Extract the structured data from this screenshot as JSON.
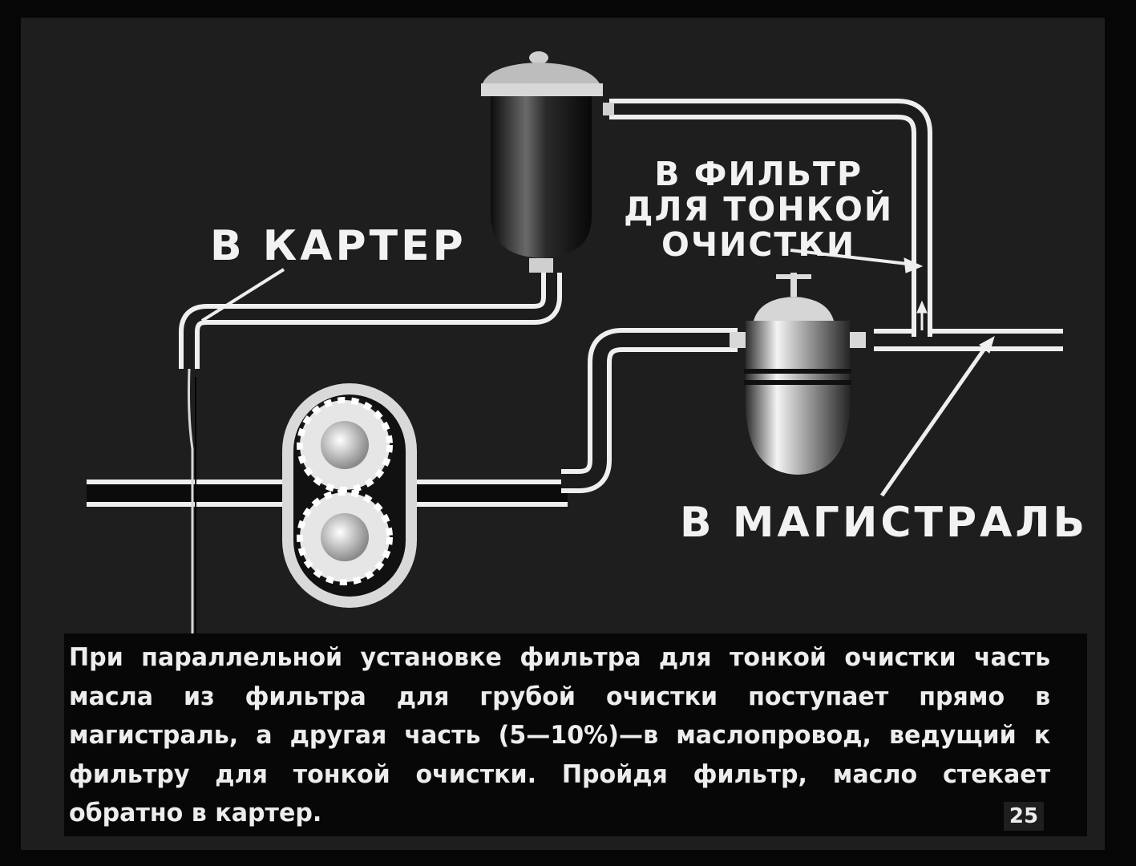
{
  "labels": {
    "karter": "В КАРТЕР",
    "fine_filter": "В ФИЛЬТР\nДЛЯ ТОНКОЙ\nОЧИСТКИ",
    "magistral": "В МАГИСТРАЛЬ"
  },
  "caption": "При параллельной установке фильтра для тонкой очистки часть масла из фильтра для грубой очистки поступает прямо в магистраль, а другая часть (5—10%)—в маслопровод, ведущий к фильтру для тонкой очистки. Пройдя фильтр, масло стекает обратно в картер.",
  "page_number": "25",
  "colors": {
    "background": "#1e1e1e",
    "pipe": "#f0f0f0",
    "text": "#f2f2f2"
  }
}
